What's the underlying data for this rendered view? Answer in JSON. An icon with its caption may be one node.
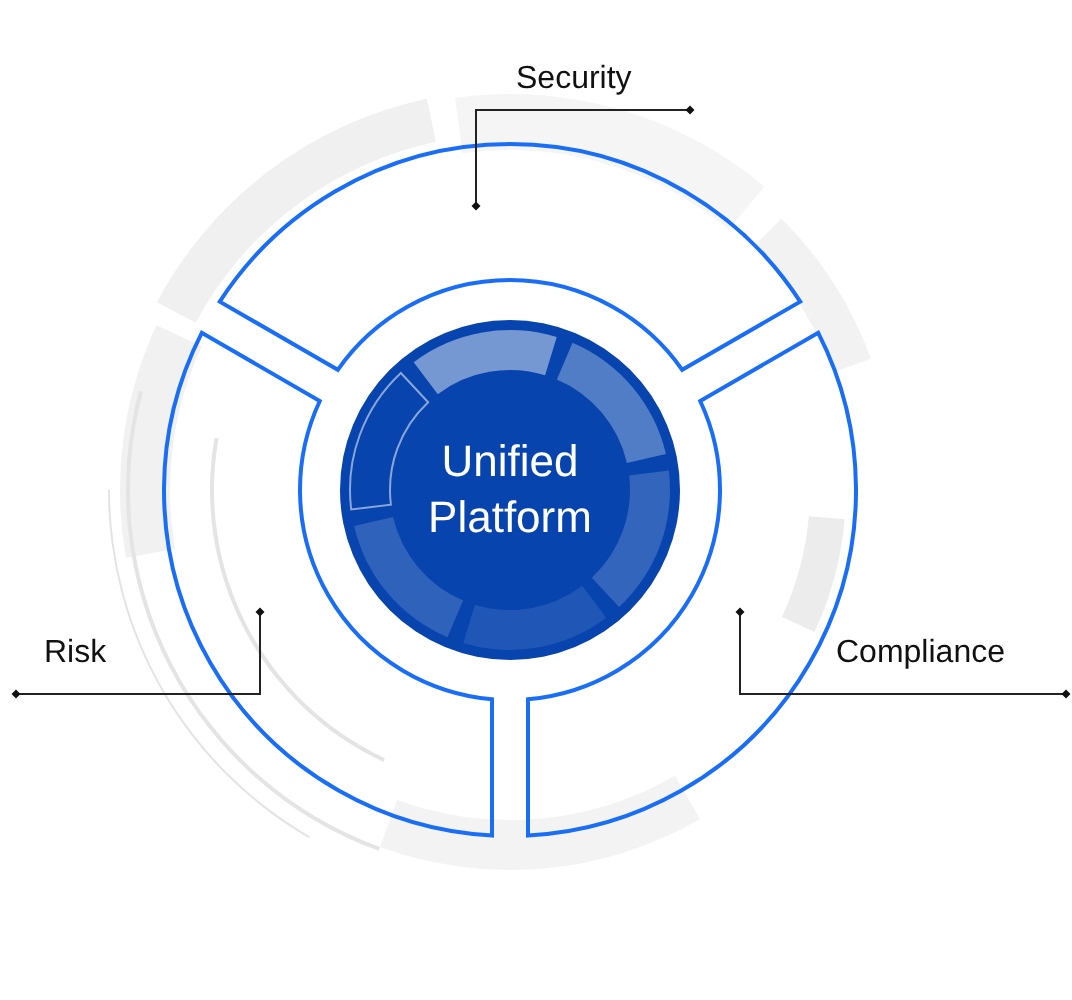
{
  "diagram": {
    "nodes": [
      {
        "text": [
          "Unified Platform"
        ]
      },
      {
        "text": [
          "Security"
        ]
      },
      {
        "text": [
          "Risk"
        ]
      },
      {
        "text": [
          "Compliance"
        ]
      },
      {
        "text": [],
        "shape": "arc"
      },
      {
        "text": [],
        "shape": "arc"
      },
      {
        "text": [],
        "shape": "arc"
      }
    ],
    "edges": [
      {
        "from": 1,
        "to": 4,
        "arrow": "other"
      },
      {
        "from": 2,
        "to": 5,
        "arrow": "other"
      },
      {
        "from": 3,
        "to": 6,
        "arrow": "other"
      }
    ]
  }
}
